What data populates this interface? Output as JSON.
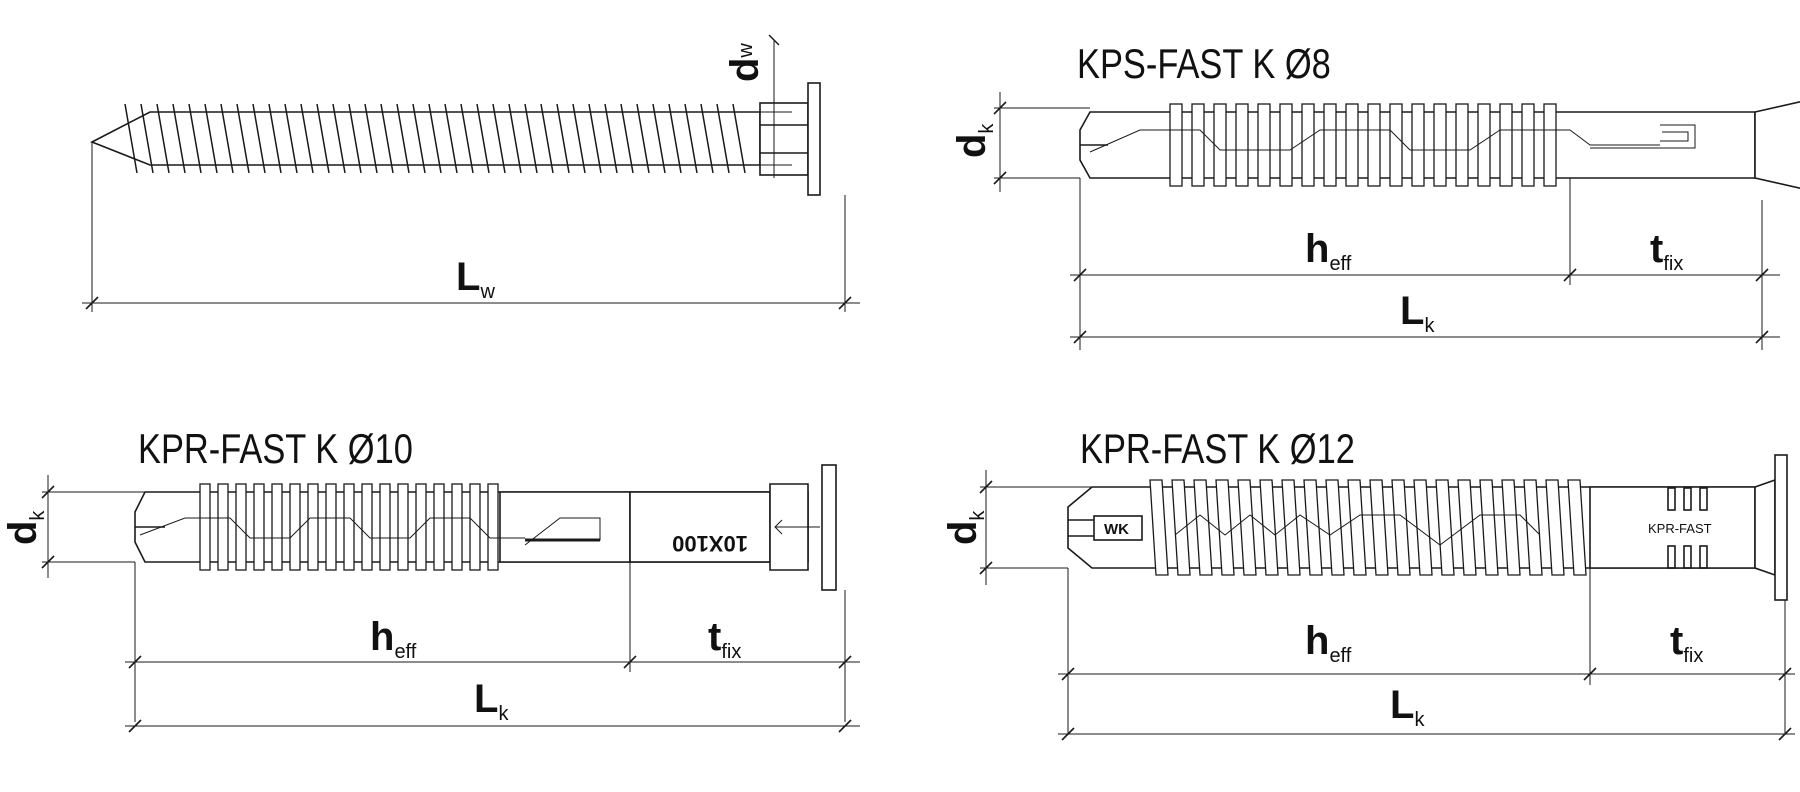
{
  "screw": {
    "dim_diameter_main": "d",
    "dim_diameter_sub": "w",
    "dim_length_main": "L",
    "dim_length_sub": "w"
  },
  "kps8": {
    "title": "KPS-FAST K Ø8",
    "dim_diameter_main": "d",
    "dim_diameter_sub": "k",
    "dim_heff_main": "h",
    "dim_heff_sub": "eff",
    "dim_tfix_main": "t",
    "dim_tfix_sub": "fix",
    "dim_length_main": "L",
    "dim_length_sub": "k"
  },
  "kpr10": {
    "title": "KPR-FAST K Ø10",
    "sleeve_marking": "10X100",
    "dim_diameter_main": "d",
    "dim_diameter_sub": "k",
    "dim_heff_main": "h",
    "dim_heff_sub": "eff",
    "dim_tfix_main": "t",
    "dim_tfix_sub": "fix",
    "dim_length_main": "L",
    "dim_length_sub": "k"
  },
  "kpr12": {
    "title": "KPR-FAST K Ø12",
    "tip_marking": "WK",
    "sleeve_marking": "KPR-FAST",
    "dim_diameter_main": "d",
    "dim_diameter_sub": "k",
    "dim_heff_main": "h",
    "dim_heff_sub": "eff",
    "dim_tfix_main": "t",
    "dim_tfix_sub": "fix",
    "dim_length_main": "L",
    "dim_length_sub": "k"
  }
}
